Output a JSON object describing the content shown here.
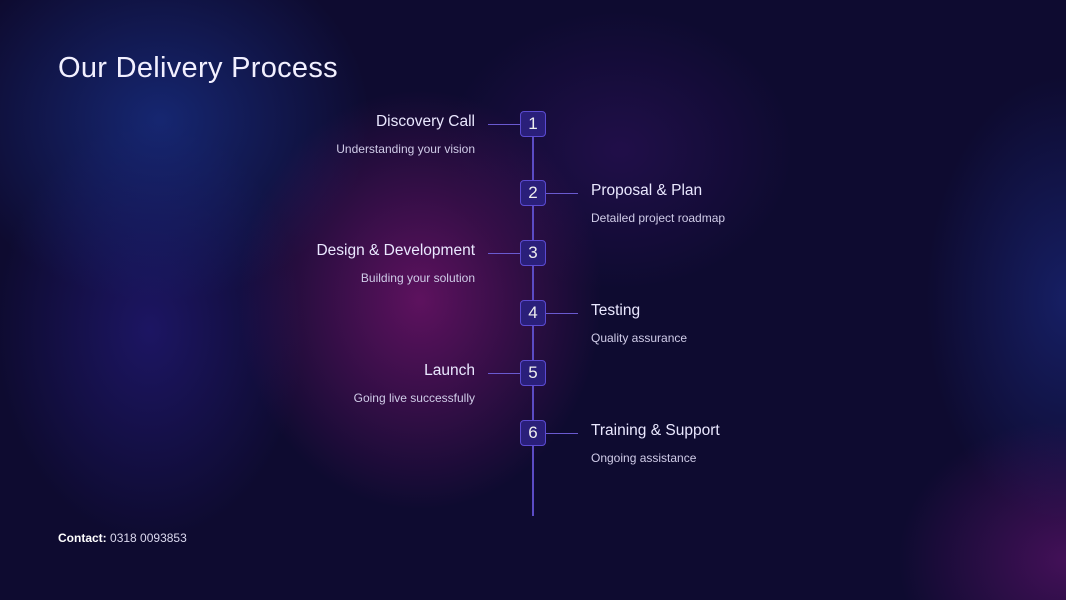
{
  "title": "Our Delivery Process",
  "steps": [
    {
      "number": "1",
      "title": "Discovery Call",
      "subtitle": "Understanding your vision"
    },
    {
      "number": "2",
      "title": "Proposal & Plan",
      "subtitle": "Detailed project roadmap"
    },
    {
      "number": "3",
      "title": "Design & Development",
      "subtitle": "Building your solution"
    },
    {
      "number": "4",
      "title": "Testing",
      "subtitle": "Quality assurance"
    },
    {
      "number": "5",
      "title": "Launch",
      "subtitle": "Going live successfully"
    },
    {
      "number": "6",
      "title": "Training & Support",
      "subtitle": "Ongoing assistance"
    }
  ],
  "contact": {
    "label": "Contact:",
    "value": "0318 0093853"
  }
}
